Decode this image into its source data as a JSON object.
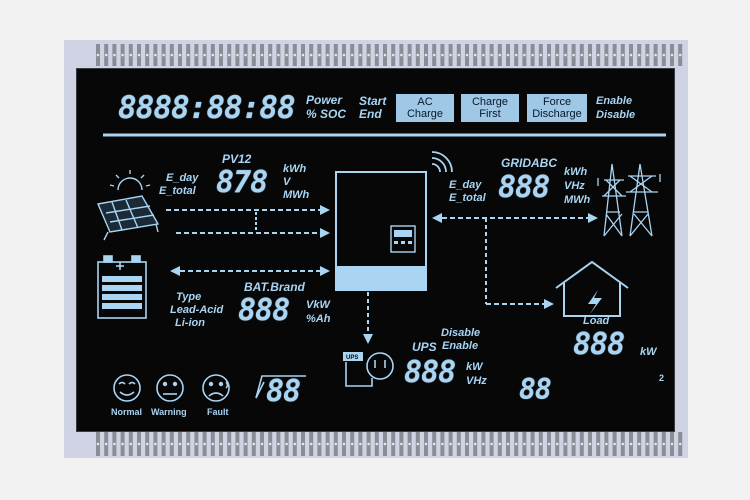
{
  "clock": "8888:88:88",
  "power_label": "Power",
  "soc_label": "% SOC",
  "start_label": "Start",
  "end_label": "End",
  "buttons": {
    "ac_charge": [
      "AC",
      "Charge"
    ],
    "charge_first": [
      "Charge",
      "First"
    ],
    "force_discharge": [
      "Force",
      "Discharge"
    ]
  },
  "enable_label": "Enable",
  "disable_label": "Disable",
  "pv": {
    "title": "PV12",
    "e_day": "E_day",
    "e_total": "E_total",
    "value": "878",
    "unit_kwh": "kWh",
    "unit_v": "V",
    "unit_mwh": "MWh"
  },
  "grid": {
    "title": "GRIDABC",
    "e_day": "E_day",
    "e_total": "E_total",
    "value": "888",
    "unit_kwh": "kWh",
    "unit_vhz": "VHz",
    "unit_mwh": "MWh"
  },
  "battery": {
    "brand": "BAT.Brand",
    "type": "Type",
    "lead_acid": "Lead-Acid",
    "li_ion": "Li-ion",
    "value": "888",
    "unit_vkw": "VkW",
    "unit_ah": "%Ah"
  },
  "load": {
    "label": "Load",
    "value": "888",
    "unit": "kW"
  },
  "ups": {
    "badge": "UPS",
    "label": "UPS",
    "disable": "Disable",
    "enable": "Enable",
    "value": "888",
    "unit_kw": "kW",
    "unit_vhz": "VHz"
  },
  "status": {
    "normal": "Normal",
    "warning": "Warning",
    "fault": "Fault"
  },
  "fault_code": "88",
  "small_code": "88",
  "corner_number": "2",
  "colors": {
    "segment": "#a9d4f2",
    "glass": "#070708",
    "board": "#cfd3e3"
  }
}
